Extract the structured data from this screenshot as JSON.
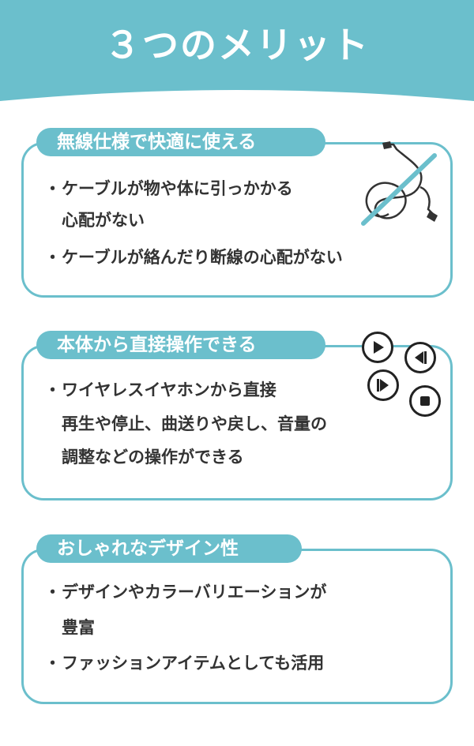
{
  "header": {
    "title": "３つのメリット"
  },
  "colors": {
    "accent": "#6bbfcc",
    "text": "#333333",
    "bg": "#ffffff"
  },
  "sections": [
    {
      "heading": "無線仕様で快適に使える",
      "bullets": [
        {
          "dot": "・",
          "line1": "ケーブルが物や体に引っかかる",
          "line2": "心配がない"
        },
        {
          "dot": "・",
          "line1": "ケーブルが絡んだり断線の心配がない"
        }
      ],
      "icon": "crossed-out-cable-icon"
    },
    {
      "heading": "本体から直接操作できる",
      "bullets": [
        {
          "dot": "・",
          "line1": "ワイヤレスイヤホンから直接",
          "line2": "再生や停止、曲送りや戻し、音量の",
          "line3": "調整などの操作ができる"
        }
      ],
      "icons": [
        "play-icon",
        "previous-icon",
        "next-icon",
        "stop-icon"
      ]
    },
    {
      "heading": "おしゃれなデザイン性",
      "bullets": [
        {
          "dot": "・",
          "line1": "デザインやカラーバリエーションが",
          "line2": "豊富"
        },
        {
          "dot": "・",
          "line1": "ファッションアイテムとしても活用"
        }
      ]
    }
  ]
}
